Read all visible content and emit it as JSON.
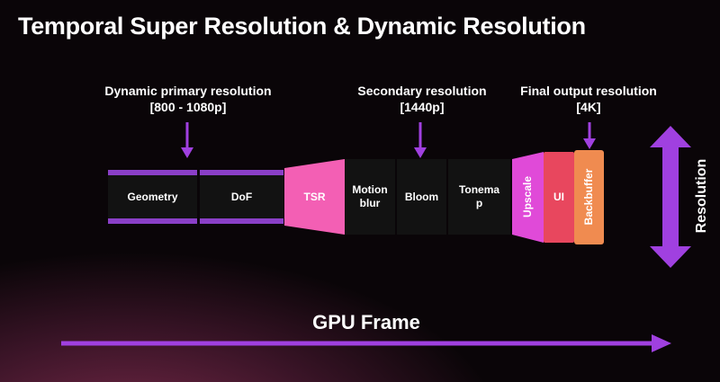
{
  "title": "Temporal Super Resolution & Dynamic Resolution",
  "labels": {
    "primary": {
      "line1": "Dynamic primary resolution",
      "line2": "[800 - 1080p]"
    },
    "secondary": {
      "line1": "Secondary resolution",
      "line2": "[1440p]"
    },
    "final": {
      "line1": "Final output resolution",
      "line2": "[4K]"
    }
  },
  "stages": {
    "geometry": "Geometry",
    "dof": "DoF",
    "tsr": "TSR",
    "motion_blur": "Motion\nblur",
    "bloom": "Bloom",
    "tonemap": "Tonema\np",
    "upscale": "Upscale",
    "ui": "UI",
    "backbuffer": "Backbuffer"
  },
  "axis": {
    "resolution": "Resolution",
    "gpu_frame": "GPU Frame"
  },
  "colors": {
    "accent_purple": "#a040e0",
    "bar_purple": "#8a3fc7",
    "tsr_pink": "#f35fb4",
    "upscale_magenta": "#e04ad8",
    "ui_red": "#e8475e",
    "backbuffer_orange": "#f08b50",
    "stage_dark": "#121212"
  }
}
